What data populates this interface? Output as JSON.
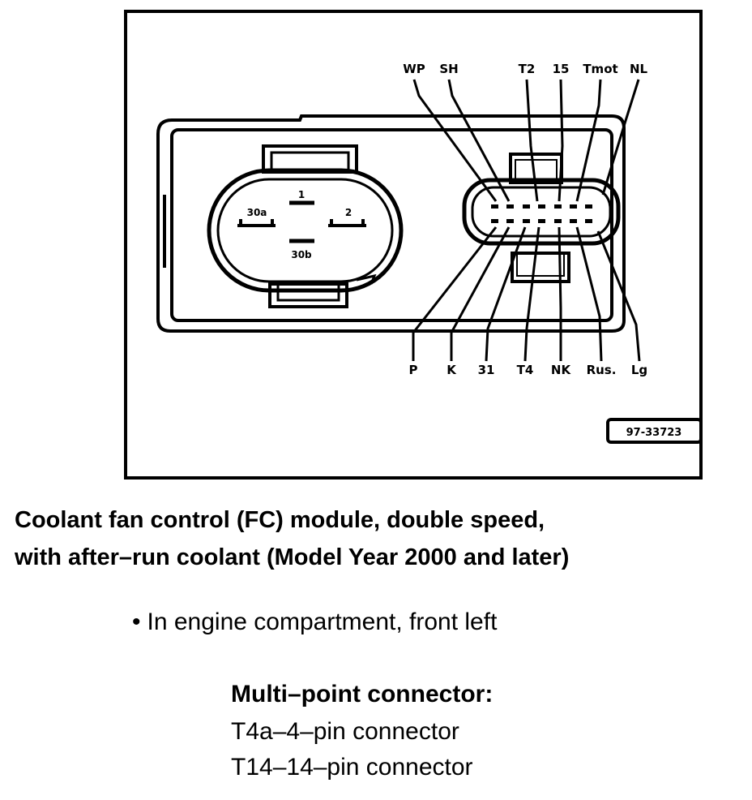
{
  "figure": {
    "top_labels": [
      "WP",
      "SH",
      "T2",
      "15",
      "Tmot",
      "NL"
    ],
    "bottom_labels": [
      "P",
      "K",
      "31",
      "T4",
      "NK",
      "Rus.",
      "Lg"
    ],
    "big_connector_pins": [
      "1",
      "30a",
      "2",
      "30b"
    ],
    "reference_code": "97-33723"
  },
  "caption": {
    "line1": "Coolant fan control (FC) module, double speed,",
    "line2": "with after–run coolant (Model Year 2000 and later)"
  },
  "location": {
    "bullet": "•",
    "text": "In engine compartment, front left"
  },
  "connectors": {
    "heading": "Multi–point connector:",
    "items": [
      "T4a–4–pin connector",
      "T14–14–pin connector"
    ]
  }
}
